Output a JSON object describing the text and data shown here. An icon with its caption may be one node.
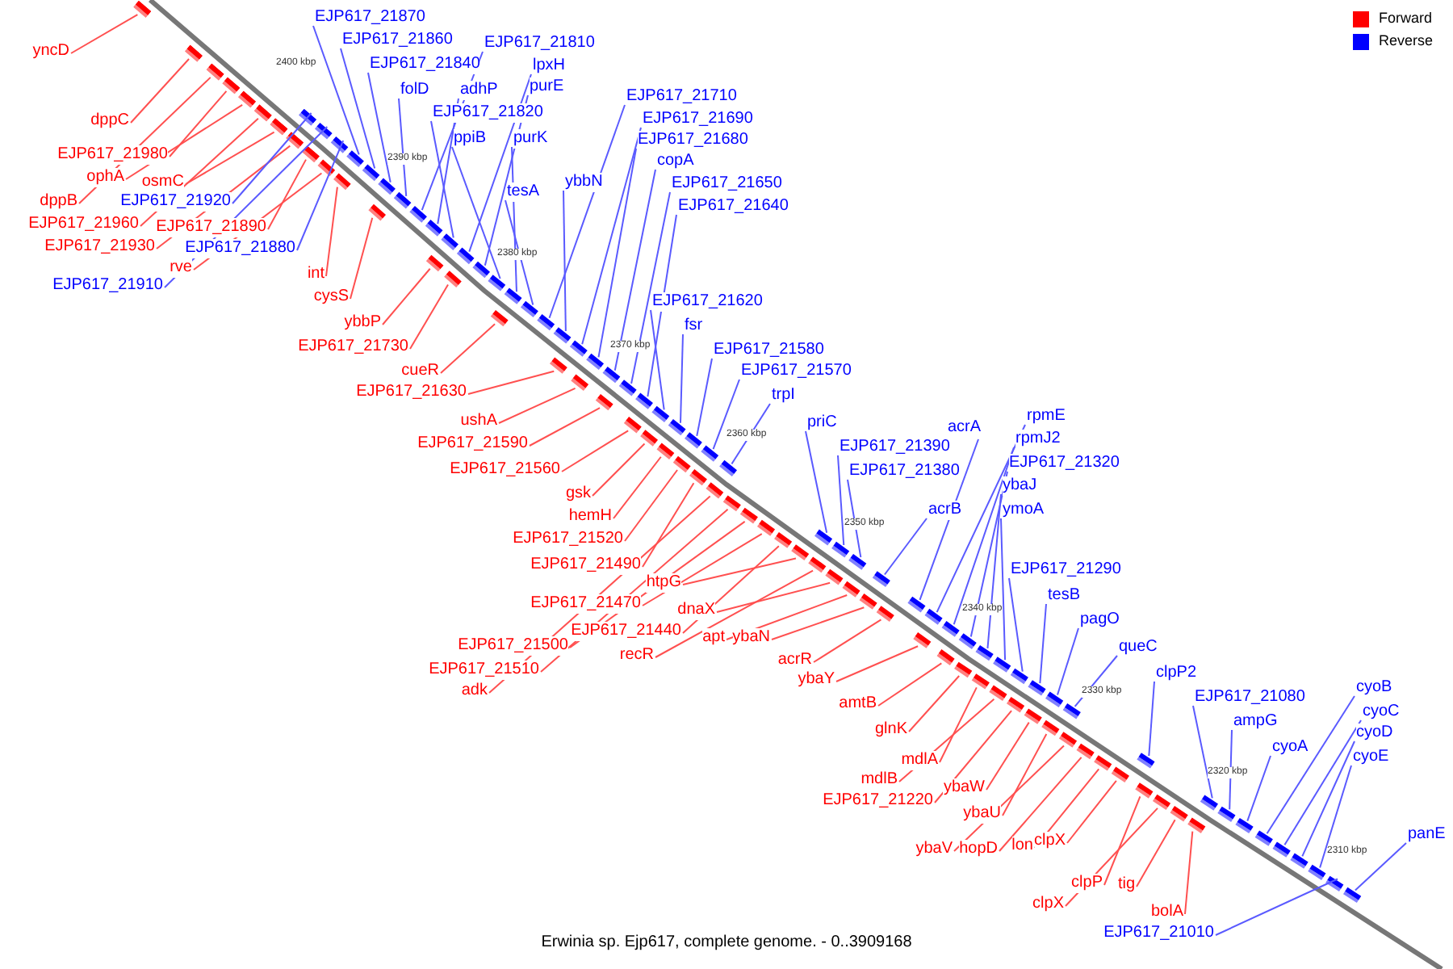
{
  "diagram": {
    "caption": "Erwinia sp. Ejp617, complete genome. - 0..3909168",
    "nodes": [
      {
        "text": [
          "yncD"
        ]
      },
      {
        "text": [
          "dppC"
        ]
      },
      {
        "text": [
          "EJP617_21980"
        ]
      },
      {
        "text": [
          "ophA"
        ]
      },
      {
        "text": [
          "osmC"
        ]
      },
      {
        "text": [
          "dppB"
        ]
      },
      {
        "text": [
          "EJP617_21960"
        ]
      },
      {
        "text": [
          "EJP617_21930"
        ]
      },
      {
        "text": [
          "EJP617_21920"
        ]
      },
      {
        "text": [
          "EJP617_21890"
        ]
      },
      {
        "text": [
          "EJP617_21880"
        ]
      },
      {
        "text": [
          "rve"
        ]
      },
      {
        "text": [
          "EJP617_21910"
        ]
      },
      {
        "text": [
          "int"
        ]
      },
      {
        "text": [
          "cysS"
        ]
      },
      {
        "text": [
          "ybbP"
        ]
      },
      {
        "text": [
          "EJP617_21730"
        ]
      },
      {
        "text": [
          "cueR"
        ]
      },
      {
        "text": [
          "EJP617_21630"
        ]
      },
      {
        "text": [
          "ushA"
        ]
      },
      {
        "text": [
          "EJP617_21590"
        ]
      },
      {
        "text": [
          "EJP617_21560"
        ]
      },
      {
        "text": [
          "gsk"
        ]
      },
      {
        "text": [
          "hemH"
        ]
      },
      {
        "text": [
          "EJP617_21520"
        ]
      },
      {
        "text": [
          "EJP617_21490"
        ]
      },
      {
        "text": [
          "htpG"
        ]
      },
      {
        "text": [
          "EJP617_21470"
        ]
      },
      {
        "text": [
          "dnaX"
        ]
      },
      {
        "text": [
          "EJP617_21500"
        ]
      },
      {
        "text": [
          "EJP617_21440"
        ]
      },
      {
        "text": [
          "apt"
        ]
      },
      {
        "text": [
          "ybaN"
        ]
      },
      {
        "text": [
          "EJP617_21510"
        ]
      },
      {
        "text": [
          "recR"
        ]
      },
      {
        "text": [
          "adk"
        ]
      },
      {
        "text": [
          "acrR"
        ]
      },
      {
        "text": [
          "ybaY"
        ]
      },
      {
        "text": [
          "amtB"
        ]
      },
      {
        "text": [
          "glnK"
        ]
      },
      {
        "text": [
          "mdlA"
        ]
      },
      {
        "text": [
          "mdlB"
        ]
      },
      {
        "text": [
          "EJP617_21220"
        ]
      },
      {
        "text": [
          "ybaW"
        ]
      },
      {
        "text": [
          "ybaU"
        ]
      },
      {
        "text": [
          "ybaV"
        ]
      },
      {
        "text": [
          "hopD"
        ]
      },
      {
        "text": [
          "lon"
        ]
      },
      {
        "text": [
          "clpX"
        ]
      },
      {
        "text": [
          "clpP"
        ]
      },
      {
        "text": [
          "clpX"
        ]
      },
      {
        "text": [
          "tig"
        ]
      },
      {
        "text": [
          "bolA"
        ]
      },
      {
        "text": [
          "EJP617_21870"
        ]
      },
      {
        "text": [
          "EJP617_21860"
        ]
      },
      {
        "text": [
          "EJP617_21840"
        ]
      },
      {
        "text": [
          "folD"
        ]
      },
      {
        "text": [
          "adhP"
        ]
      },
      {
        "text": [
          "EJP617_21820"
        ]
      },
      {
        "text": [
          "EJP617_21810"
        ]
      },
      {
        "text": [
          "lpxH"
        ]
      },
      {
        "text": [
          "purE"
        ]
      },
      {
        "text": [
          "ppiB"
        ]
      },
      {
        "text": [
          "purK"
        ]
      },
      {
        "text": [
          "tesA"
        ]
      },
      {
        "text": [
          "ybbN"
        ]
      },
      {
        "text": [
          "EJP617_21710"
        ]
      },
      {
        "text": [
          "EJP617_21690"
        ]
      },
      {
        "text": [
          "EJP617_21680"
        ]
      },
      {
        "text": [
          "copA"
        ]
      },
      {
        "text": [
          "EJP617_21650"
        ]
      },
      {
        "text": [
          "EJP617_21640"
        ]
      },
      {
        "text": [
          "EJP617_21620"
        ]
      },
      {
        "text": [
          "fsr"
        ]
      },
      {
        "text": [
          "EJP617_21580"
        ]
      },
      {
        "text": [
          "EJP617_21570"
        ]
      },
      {
        "text": [
          "trpI"
        ]
      },
      {
        "text": [
          "priC"
        ]
      },
      {
        "text": [
          "EJP617_21390"
        ]
      },
      {
        "text": [
          "acrA"
        ]
      },
      {
        "text": [
          "EJP617_21380"
        ]
      },
      {
        "text": [
          "rpmE"
        ]
      },
      {
        "text": [
          "rpmJ2"
        ]
      },
      {
        "text": [
          "EJP617_21320"
        ]
      },
      {
        "text": [
          "ybaJ"
        ]
      },
      {
        "text": [
          "ymoA"
        ]
      },
      {
        "text": [
          "acrB"
        ]
      },
      {
        "text": [
          "EJP617_21290"
        ]
      },
      {
        "text": [
          "tesB"
        ]
      },
      {
        "text": [
          "pagO"
        ]
      },
      {
        "text": [
          "queC"
        ]
      },
      {
        "text": [
          "clpP2"
        ]
      },
      {
        "text": [
          "EJP617_21080"
        ]
      },
      {
        "text": [
          "ampG"
        ]
      },
      {
        "text": [
          "cyoA"
        ]
      },
      {
        "text": [
          "cyoB"
        ]
      },
      {
        "text": [
          "cyoC"
        ]
      },
      {
        "text": [
          "cyoD"
        ]
      },
      {
        "text": [
          "cyoE"
        ]
      },
      {
        "text": [
          "panE"
        ]
      },
      {
        "text": [
          "EJP617_21010"
        ]
      },
      {
        "text": [],
        "shape": "bar"
      },
      {
        "text": [],
        "shape": "bar"
      },
      {
        "text": [],
        "shape": "bar"
      },
      {
        "text": [],
        "shape": "bar"
      },
      {
        "text": [],
        "shape": "bar"
      },
      {
        "text": [],
        "shape": "bar"
      },
      {
        "text": [],
        "shape": "bar"
      },
      {
        "text": [],
        "shape": "bar"
      },
      {
        "text": [],
        "shape": "bar"
      },
      {
        "text": [],
        "shape": "bar"
      },
      {
        "text": [],
        "shape": "bar"
      },
      {
        "text": [],
        "shape": "bar"
      },
      {
        "text": [],
        "shape": "bar"
      },
      {
        "text": [],
        "shape": "bar"
      },
      {
        "text": [],
        "shape": "bar"
      },
      {
        "text": [],
        "shape": "bar"
      },
      {
        "text": [],
        "shape": "bar"
      },
      {
        "text": [],
        "shape": "bar"
      },
      {
        "text": [],
        "shape": "bar"
      },
      {
        "text": [],
        "shape": "bar"
      },
      {
        "text": [],
        "shape": "bar"
      },
      {
        "text": [],
        "shape": "bar"
      },
      {
        "text": [],
        "shape": "bar"
      },
      {
        "text": [],
        "shape": "bar"
      },
      {
        "text": [],
        "shape": "bar"
      },
      {
        "text": [],
        "shape": "bar"
      },
      {
        "text": [],
        "shape": "bar"
      },
      {
        "text": [],
        "shape": "bar"
      },
      {
        "text": [],
        "shape": "bar"
      },
      {
        "text": [],
        "shape": "bar"
      },
      {
        "text": [],
        "shape": "bar"
      },
      {
        "text": [],
        "shape": "bar"
      },
      {
        "text": [],
        "shape": "bar"
      },
      {
        "text": [],
        "shape": "bar"
      },
      {
        "text": [],
        "shape": "bar"
      },
      {
        "text": [],
        "shape": "bar"
      },
      {
        "text": [],
        "shape": "bar"
      },
      {
        "text": [],
        "shape": "bar"
      },
      {
        "text": [],
        "shape": "bar"
      },
      {
        "text": [],
        "shape": "bar"
      },
      {
        "text": [],
        "shape": "bar"
      },
      {
        "text": [],
        "shape": "bar"
      },
      {
        "text": [],
        "shape": "bar"
      },
      {
        "text": [],
        "shape": "bar"
      },
      {
        "text": [],
        "shape": "bar"
      },
      {
        "text": [],
        "shape": "bar"
      },
      {
        "text": [],
        "shape": "bar"
      },
      {
        "text": [],
        "shape": "bar"
      },
      {
        "text": [],
        "shape": "bar"
      },
      {
        "text": [],
        "shape": "bar"
      },
      {
        "text": [],
        "shape": "bar"
      },
      {
        "text": [],
        "shape": "bar"
      },
      {
        "text": [],
        "shape": "bar"
      },
      {
        "text": [],
        "shape": "bar"
      },
      {
        "text": [],
        "shape": "bar"
      },
      {
        "text": [],
        "shape": "bar"
      },
      {
        "text": [],
        "shape": "bar"
      },
      {
        "text": [],
        "shape": "bar"
      },
      {
        "text": [],
        "shape": "bar"
      },
      {
        "text": [],
        "shape": "bar"
      },
      {
        "text": [],
        "shape": "bar"
      },
      {
        "text": [],
        "shape": "bar"
      },
      {
        "text": [],
        "shape": "bar"
      },
      {
        "text": [],
        "shape": "bar"
      },
      {
        "text": [],
        "shape": "bar"
      },
      {
        "text": [],
        "shape": "bar"
      },
      {
        "text": [],
        "shape": "bar"
      },
      {
        "text": [],
        "shape": "bar"
      },
      {
        "text": [],
        "shape": "bar"
      },
      {
        "text": [],
        "shape": "bar"
      },
      {
        "text": [],
        "shape": "bar"
      },
      {
        "text": [],
        "shape": "bar"
      },
      {
        "text": [],
        "shape": "bar"
      },
      {
        "text": [],
        "shape": "bar"
      },
      {
        "text": [],
        "shape": "bar"
      },
      {
        "text": [],
        "shape": "bar"
      },
      {
        "text": [],
        "shape": "bar"
      },
      {
        "text": [],
        "shape": "bar"
      },
      {
        "text": [],
        "shape": "bar"
      },
      {
        "text": [],
        "shape": "bar"
      },
      {
        "text": [],
        "shape": "bar"
      },
      {
        "text": [],
        "shape": "bar"
      },
      {
        "text": [],
        "shape": "bar"
      },
      {
        "text": [],
        "shape": "bar"
      },
      {
        "text": [],
        "shape": "bar"
      },
      {
        "text": [],
        "shape": "bar"
      },
      {
        "text": [],
        "shape": "bar"
      },
      {
        "text": [],
        "shape": "bar"
      },
      {
        "text": [],
        "shape": "bar"
      },
      {
        "text": [],
        "shape": "bar"
      },
      {
        "text": [],
        "shape": "bar"
      },
      {
        "text": [],
        "shape": "bar"
      },
      {
        "text": [],
        "shape": "bar"
      },
      {
        "text": [],
        "shape": "bar"
      },
      {
        "text": [],
        "shape": "bar"
      },
      {
        "text": [],
        "shape": "bar"
      },
      {
        "text": [],
        "shape": "bar"
      },
      {
        "text": [],
        "shape": "bar"
      },
      {
        "text": [],
        "shape": "bar"
      },
      {
        "text": [],
        "shape": "bar"
      },
      {
        "text": [],
        "shape": "bar"
      },
      {
        "text": [],
        "shape": "bar"
      },
      {
        "text": [],
        "shape": "bar"
      },
      {
        "text": [],
        "shape": "bar"
      },
      {
        "text": [],
        "shape": "bar"
      },
      {
        "text": [],
        "shape": "bar"
      },
      {
        "text": [],
        "shape": "bar"
      },
      {
        "text": [],
        "shape": "bar"
      },
      {
        "text": [],
        "shape": "bar"
      },
      {
        "text": [],
        "shape": "bar"
      },
      {
        "text": [],
        "shape": "bar"
      }
    ],
    "edges": [
      {
        "from": 0,
        "to": 101,
        "arrow": "none",
        "color": "#ff5050"
      },
      {
        "from": 1,
        "to": 102,
        "arrow": "none",
        "color": "#ff5050"
      },
      {
        "from": 2,
        "to": 103,
        "arrow": "none",
        "color": "#ff5050"
      },
      {
        "from": 3,
        "to": 104,
        "arrow": "none",
        "color": "#ff5050"
      },
      {
        "from": 4,
        "to": 105,
        "arrow": "none",
        "color": "#ff5050"
      },
      {
        "from": 5,
        "to": 106,
        "arrow": "none",
        "color": "#ff5050"
      },
      {
        "from": 6,
        "to": 107,
        "arrow": "none",
        "color": "#ff5050"
      },
      {
        "from": 7,
        "to": 108,
        "arrow": "none",
        "color": "#ff5050"
      },
      {
        "from": 8,
        "to": 109,
        "arrow": "none"
      },
      {
        "from": 9,
        "to": 110,
        "arrow": "none",
        "color": "#ff5050"
      },
      {
        "from": 10,
        "to": 111,
        "arrow": "none"
      },
      {
        "from": 11,
        "to": 112,
        "arrow": "none",
        "color": "#ff5050"
      },
      {
        "from": 12,
        "to": 113,
        "arrow": "none"
      },
      {
        "from": 13,
        "to": 114,
        "arrow": "none",
        "color": "#ff5050"
      },
      {
        "from": 14,
        "to": 115,
        "arrow": "none",
        "color": "#ff5050"
      },
      {
        "from": 15,
        "to": 116,
        "arrow": "none",
        "color": "#ff5050"
      },
      {
        "from": 16,
        "to": 117,
        "arrow": "none",
        "color": "#ff5050"
      },
      {
        "from": 17,
        "to": 118,
        "arrow": "none",
        "color": "#ff5050"
      },
      {
        "from": 18,
        "to": 119,
        "arrow": "none",
        "color": "#ff5050"
      },
      {
        "from": 19,
        "to": 120,
        "arrow": "none",
        "color": "#ff5050"
      },
      {
        "from": 20,
        "to": 121,
        "arrow": "none",
        "color": "#ff5050"
      },
      {
        "from": 21,
        "to": 122,
        "arrow": "none",
        "color": "#ff5050"
      },
      {
        "from": 22,
        "to": 123,
        "arrow": "none",
        "color": "#ff5050"
      },
      {
        "from": 23,
        "to": 124,
        "arrow": "none",
        "color": "#ff5050"
      },
      {
        "from": 24,
        "to": 125,
        "arrow": "none",
        "color": "#ff5050"
      },
      {
        "from": 25,
        "to": 126,
        "arrow": "none",
        "color": "#ff5050"
      },
      {
        "from": 26,
        "to": 127,
        "arrow": "none",
        "color": "#ff5050"
      },
      {
        "from": 27,
        "to": 128,
        "arrow": "none",
        "color": "#ff5050"
      },
      {
        "from": 28,
        "to": 129,
        "arrow": "none",
        "color": "#ff5050"
      },
      {
        "from": 29,
        "to": 130,
        "arrow": "none",
        "color": "#ff5050"
      },
      {
        "from": 30,
        "to": 131,
        "arrow": "none",
        "color": "#ff5050"
      },
      {
        "from": 31,
        "to": 132,
        "arrow": "none",
        "color": "#ff5050"
      },
      {
        "from": 32,
        "to": 133,
        "arrow": "none",
        "color": "#ff5050"
      },
      {
        "from": 33,
        "to": 134,
        "arrow": "none",
        "color": "#ff5050"
      },
      {
        "from": 34,
        "to": 135,
        "arrow": "none",
        "color": "#ff5050"
      },
      {
        "from": 35,
        "to": 136,
        "arrow": "none",
        "color": "#ff5050"
      },
      {
        "from": 36,
        "to": 137,
        "arrow": "none",
        "color": "#ff5050"
      },
      {
        "from": 37,
        "to": 138,
        "arrow": "none",
        "color": "#ff5050"
      },
      {
        "from": 38,
        "to": 139,
        "arrow": "none",
        "color": "#ff5050"
      },
      {
        "from": 39,
        "to": 140,
        "arrow": "none",
        "color": "#ff5050"
      },
      {
        "from": 40,
        "to": 141,
        "arrow": "none",
        "color": "#ff5050"
      },
      {
        "from": 41,
        "to": 142,
        "arrow": "none",
        "color": "#ff5050"
      },
      {
        "from": 42,
        "to": 143,
        "arrow": "none",
        "color": "#ff5050"
      },
      {
        "from": 43,
        "to": 144,
        "arrow": "none",
        "color": "#ff5050"
      },
      {
        "from": 44,
        "to": 145,
        "arrow": "none",
        "color": "#ff5050"
      },
      {
        "from": 45,
        "to": 146,
        "arrow": "none",
        "color": "#ff5050"
      },
      {
        "from": 46,
        "to": 147,
        "arrow": "none",
        "color": "#ff5050"
      },
      {
        "from": 47,
        "to": 148,
        "arrow": "none",
        "color": "#ff5050"
      },
      {
        "from": 48,
        "to": 149,
        "arrow": "none",
        "color": "#ff5050"
      },
      {
        "from": 49,
        "to": 150,
        "arrow": "none",
        "color": "#ff5050"
      },
      {
        "from": 50,
        "to": 151,
        "arrow": "none",
        "color": "#ff5050"
      },
      {
        "from": 51,
        "to": 152,
        "arrow": "none",
        "color": "#ff5050"
      },
      {
        "from": 52,
        "to": 153,
        "arrow": "none",
        "color": "#ff5050"
      },
      {
        "from": 53,
        "to": 154,
        "arrow": "none"
      },
      {
        "from": 54,
        "to": 155,
        "arrow": "none"
      },
      {
        "from": 55,
        "to": 156,
        "arrow": "none"
      },
      {
        "from": 56,
        "to": 157,
        "arrow": "none"
      },
      {
        "from": 57,
        "to": 158,
        "arrow": "none"
      },
      {
        "from": 58,
        "to": 159,
        "arrow": "none"
      },
      {
        "from": 59,
        "to": 160,
        "arrow": "none"
      },
      {
        "from": 60,
        "to": 161,
        "arrow": "none"
      },
      {
        "from": 61,
        "to": 162,
        "arrow": "none"
      },
      {
        "from": 62,
        "to": 163,
        "arrow": "none"
      },
      {
        "from": 63,
        "to": 164,
        "arrow": "none"
      },
      {
        "from": 64,
        "to": 165,
        "arrow": "none"
      },
      {
        "from": 65,
        "to": 166,
        "arrow": "none"
      },
      {
        "from": 66,
        "to": 167,
        "arrow": "none"
      },
      {
        "from": 67,
        "to": 168,
        "arrow": "none"
      },
      {
        "from": 68,
        "to": 169,
        "arrow": "none"
      },
      {
        "from": 69,
        "to": 170,
        "arrow": "none"
      },
      {
        "from": 70,
        "to": 171,
        "arrow": "none"
      },
      {
        "from": 71,
        "to": 172,
        "arrow": "none"
      },
      {
        "from": 72,
        "to": 173,
        "arrow": "none"
      },
      {
        "from": 73,
        "to": 174,
        "arrow": "none"
      },
      {
        "from": 74,
        "to": 175,
        "arrow": "none"
      },
      {
        "from": 75,
        "to": 176,
        "arrow": "none"
      },
      {
        "from": 76,
        "to": 177,
        "arrow": "none"
      },
      {
        "from": 77,
        "to": 178,
        "arrow": "none"
      },
      {
        "from": 78,
        "to": 179,
        "arrow": "none"
      },
      {
        "from": 79,
        "to": 180,
        "arrow": "none"
      },
      {
        "from": 80,
        "to": 181,
        "arrow": "none"
      },
      {
        "from": 81,
        "to": 182,
        "arrow": "none"
      },
      {
        "from": 82,
        "to": 183,
        "arrow": "none"
      },
      {
        "from": 83,
        "to": 184,
        "arrow": "none"
      },
      {
        "from": 84,
        "to": 185,
        "arrow": "none"
      },
      {
        "from": 85,
        "to": 186,
        "arrow": "none"
      },
      {
        "from": 86,
        "to": 187,
        "arrow": "none"
      },
      {
        "from": 87,
        "to": 188,
        "arrow": "none"
      },
      {
        "from": 88,
        "to": 189,
        "arrow": "none"
      },
      {
        "from": 89,
        "to": 190,
        "arrow": "none"
      },
      {
        "from": 90,
        "to": 191,
        "arrow": "none"
      },
      {
        "from": 91,
        "to": 192,
        "arrow": "none"
      },
      {
        "from": 92,
        "to": 193,
        "arrow": "none"
      },
      {
        "from": 93,
        "to": 194,
        "arrow": "none"
      },
      {
        "from": 94,
        "to": 195,
        "arrow": "none"
      },
      {
        "from": 95,
        "to": 196,
        "arrow": "none"
      },
      {
        "from": 96,
        "to": 197,
        "arrow": "none"
      },
      {
        "from": 97,
        "to": 198,
        "arrow": "none"
      },
      {
        "from": 98,
        "to": 199,
        "arrow": "none"
      },
      {
        "from": 99,
        "to": 200,
        "arrow": "none"
      },
      {
        "from": 100,
        "to": 201,
        "arrow": "none"
      }
    ],
    "labels": [
      "2400 kbp",
      "2390 kbp",
      "2380 kbp",
      "2370 kbp",
      "2360 kbp",
      "2350 kbp",
      "2340 kbp",
      "2330 kbp",
      "2320 kbp",
      "2310 kbp"
    ],
    "legend": [
      {
        "text": "Forward",
        "color": "#ff0000"
      },
      {
        "text": "Reverse",
        "color": "#0000ff"
      }
    ]
  }
}
